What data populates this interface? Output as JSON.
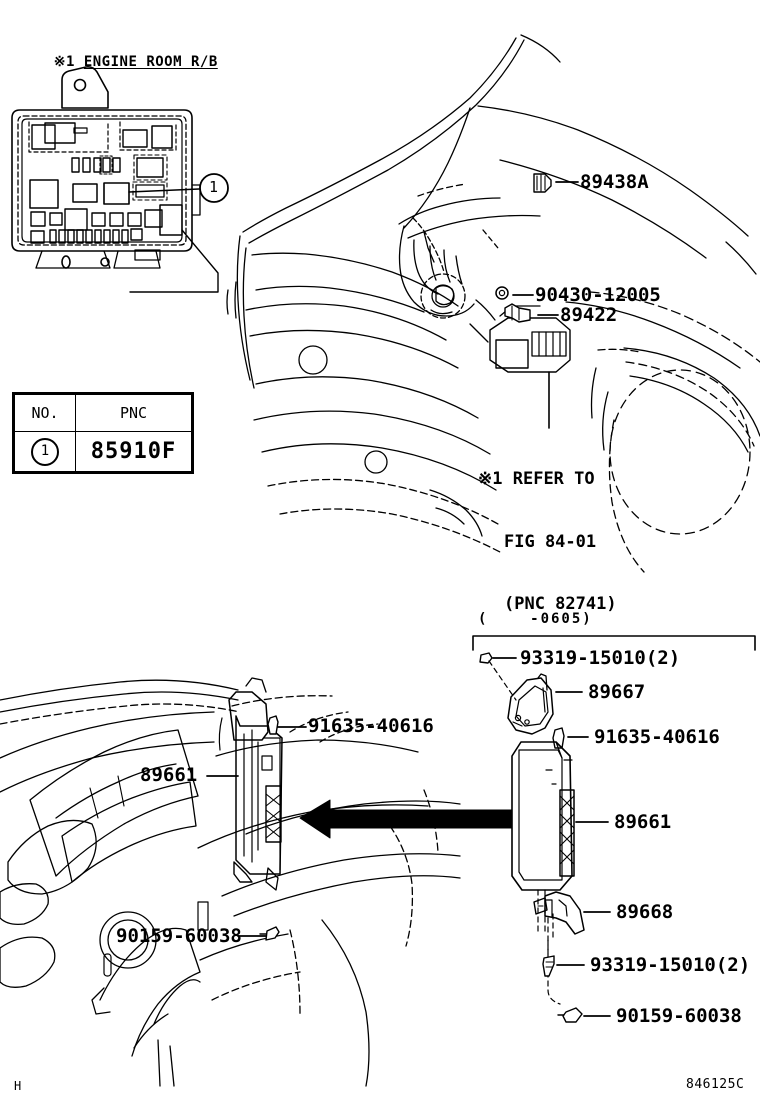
{
  "sheet": {
    "footer_left": "H",
    "footer_right": "846125C",
    "accent_color": "#000000",
    "background_color": "#ffffff"
  },
  "top_section": {
    "title_marker": "※1",
    "title": "ENGINE ROOM R/B",
    "callout_number": "1",
    "legend": {
      "headers": [
        "NO.",
        "PNC"
      ],
      "rows": [
        {
          "no": "1",
          "pnc": "85910F"
        }
      ]
    },
    "part_labels": [
      {
        "id": "p-89438a",
        "text": "89438A"
      },
      {
        "id": "p-90430",
        "text": "90430-12005"
      },
      {
        "id": "p-89422",
        "text": "89422"
      }
    ],
    "refer_note": {
      "marker": "※1",
      "line1": "REFER TO",
      "line2": "FIG 84-01",
      "line3": "(PNC 82741)"
    }
  },
  "bottom_left_section": {
    "part_labels": [
      {
        "id": "bl-91635",
        "text": "91635-40616"
      },
      {
        "id": "bl-89661",
        "text": "89661"
      },
      {
        "id": "bl-90159",
        "text": "90159-60038"
      }
    ]
  },
  "bottom_right_section": {
    "date_range": "(    -0605)",
    "part_labels": [
      {
        "id": "br-93319-top",
        "text": "93319-15010(2)"
      },
      {
        "id": "br-89667",
        "text": "89667"
      },
      {
        "id": "br-91635",
        "text": "91635-40616"
      },
      {
        "id": "br-89661",
        "text": "89661"
      },
      {
        "id": "br-89668",
        "text": "89668"
      },
      {
        "id": "br-93319-bot",
        "text": "93319-15010(2)"
      },
      {
        "id": "br-90159",
        "text": "90159-60038"
      }
    ]
  }
}
